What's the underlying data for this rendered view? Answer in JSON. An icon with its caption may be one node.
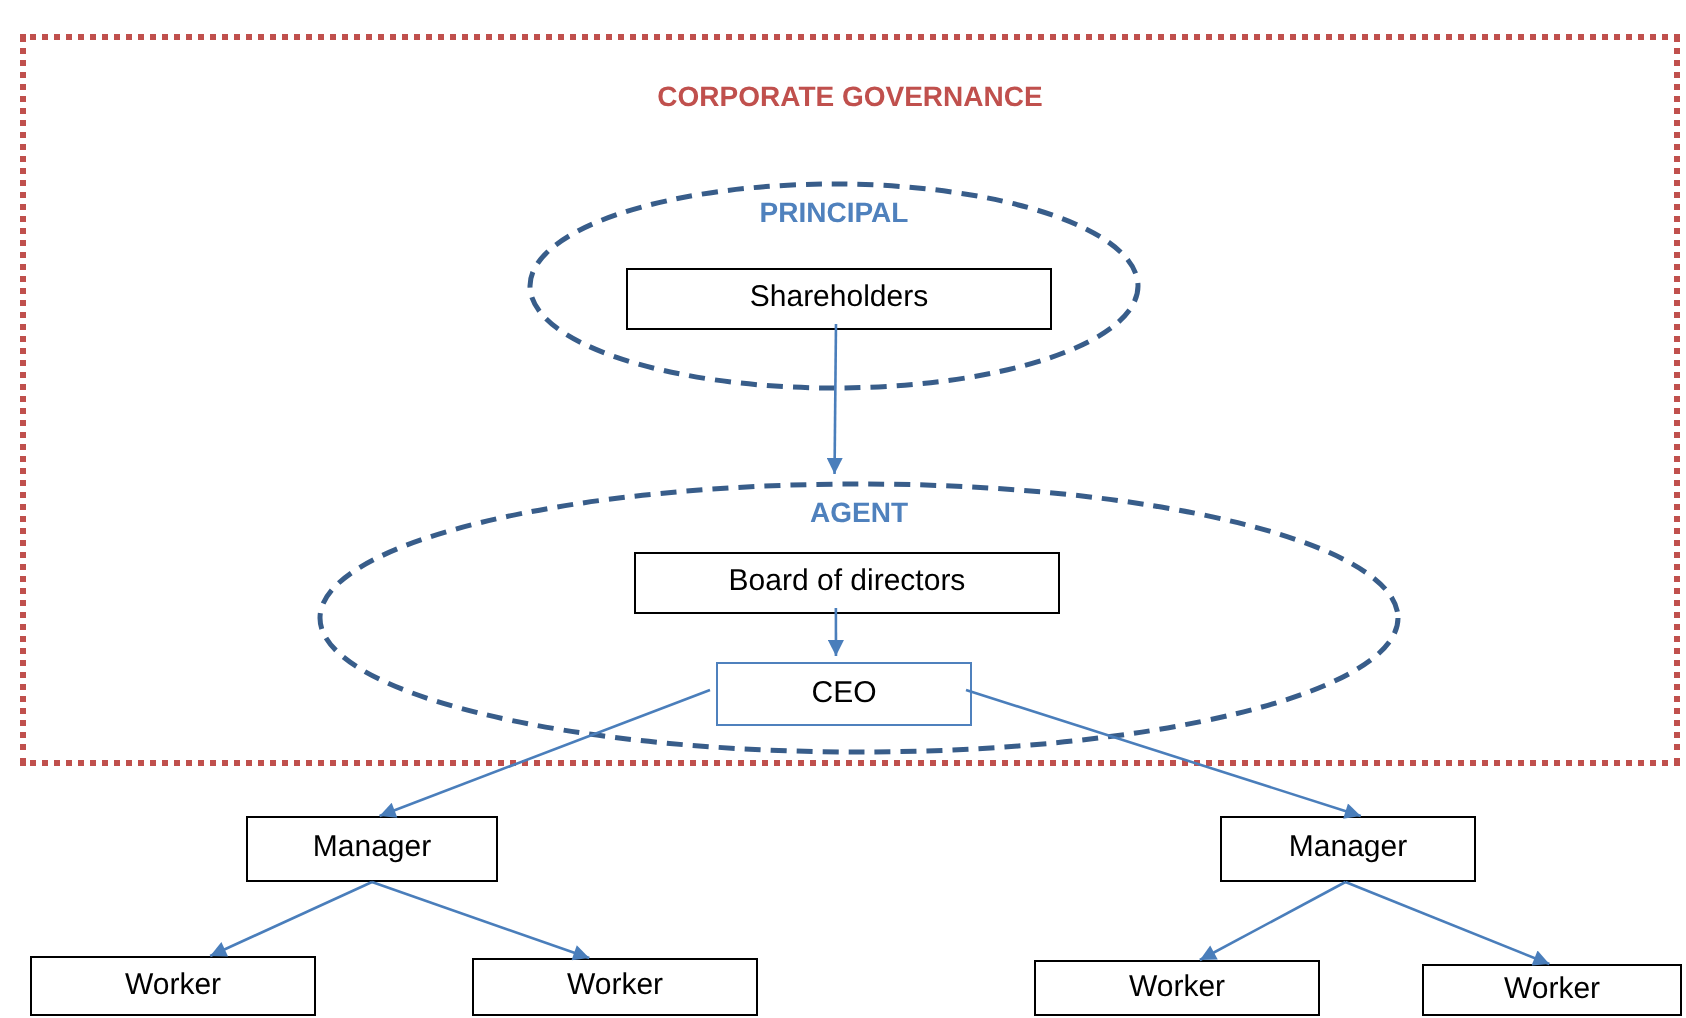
{
  "diagram": {
    "nodes": [
      {
        "text": [
          "CORPORATE GOVERNANCE"
        ]
      },
      {
        "text": [
          "PRINCIPAL"
        ],
        "in": 0
      },
      {
        "text": [
          "Shareholders"
        ],
        "in": 1
      },
      {
        "text": [
          "AGENT"
        ],
        "in": 0
      },
      {
        "text": [
          "Board of directors"
        ],
        "in": 3
      },
      {
        "text": [
          "CEO"
        ],
        "in": 3
      },
      {
        "text": [
          "Manager"
        ]
      },
      {
        "text": [
          "Manager"
        ]
      },
      {
        "text": [
          "Worker"
        ]
      },
      {
        "text": [
          "Worker"
        ]
      },
      {
        "text": [
          "Worker"
        ]
      },
      {
        "text": [
          "Worker"
        ]
      }
    ],
    "edges": [
      {
        "from": 2,
        "to": 3,
        "arrow": "to"
      },
      {
        "from": 4,
        "to": 5,
        "arrow": "to"
      },
      {
        "from": 5,
        "to": 6,
        "arrow": "to"
      },
      {
        "from": 5,
        "to": 7,
        "arrow": "to"
      },
      {
        "from": 6,
        "to": 8,
        "arrow": "to"
      },
      {
        "from": 6,
        "to": 9,
        "arrow": "to"
      },
      {
        "from": 7,
        "to": 10,
        "arrow": "to"
      },
      {
        "from": 7,
        "to": 11,
        "arrow": "to"
      }
    ]
  }
}
